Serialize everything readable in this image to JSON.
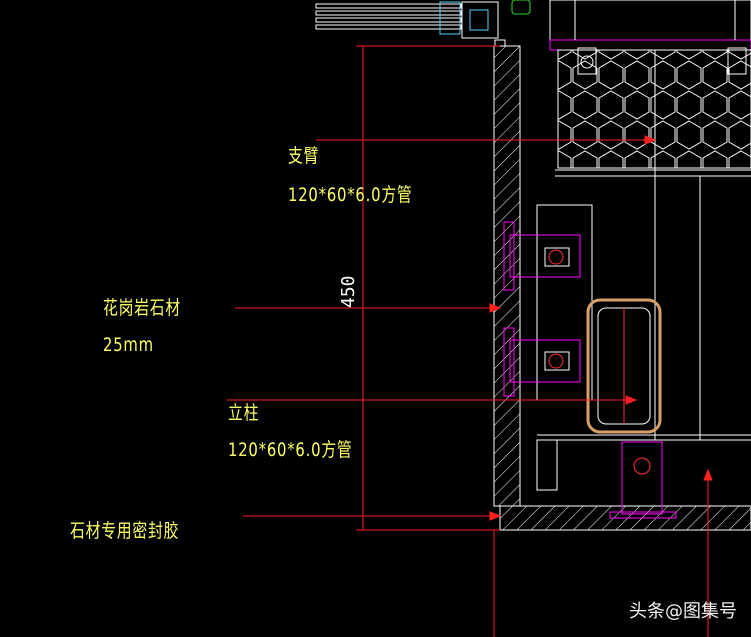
{
  "labels": {
    "support_arm_name": "支臂",
    "support_arm_spec": "120*60*6.0方管",
    "granite_name": "花岗岩石材",
    "granite_thickness": "25mm",
    "column_name": "立柱",
    "column_spec": "120*60*6.0方管",
    "sealant": "石材专用密封胶"
  },
  "dimension": {
    "height": "450"
  },
  "watermark": {
    "text": "头条@图集号"
  },
  "colors": {
    "background": "#000000",
    "annotation_line": "#ff2020",
    "label_text": "#ffff66",
    "structure_line": "#ffffff",
    "bracket": "#ff00ff",
    "steel_tube": "#d9a066"
  }
}
